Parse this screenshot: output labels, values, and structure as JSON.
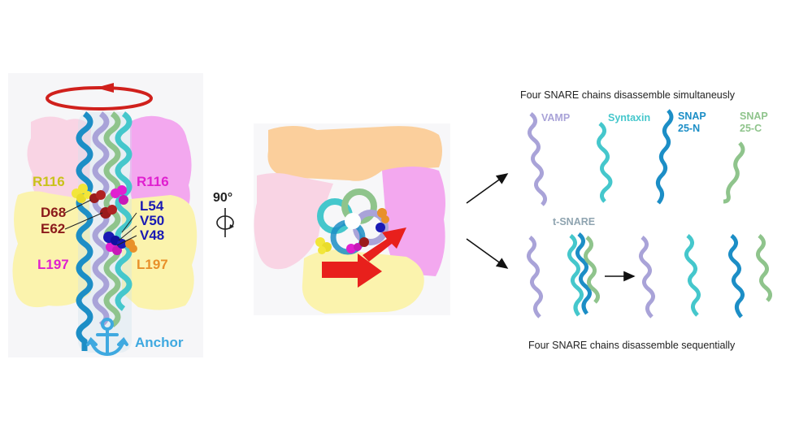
{
  "panel_left": {
    "residue_labels": {
      "r116_left": "R116",
      "r116_right": "R116",
      "d68": "D68",
      "e62": "E62",
      "l54": "L54",
      "v50": "V50",
      "v48": "V48",
      "l197_left": "L197",
      "l197_right": "L197"
    },
    "anchor_label": "Anchor"
  },
  "rotation_label": "90°",
  "panel_right": {
    "top_caption": "Four SNARE chains disassemble simultaneusly",
    "bottom_caption": "Four SNARE chains disassemble sequentially",
    "chains": {
      "vamp": "VAMP",
      "syntaxin": "Syntaxin",
      "snap25n_line1": "SNAP",
      "snap25n_line2": "25-N",
      "snap25c_line1": "SNAP",
      "snap25c_line2": "25-C"
    },
    "t_snare_label": "t-SNARE"
  },
  "colors": {
    "red_accent": "#d0201c",
    "yellow_label": "#c9c21a",
    "dark_red_label": "#8b1a1a",
    "magenta_label": "#e020d0",
    "blue_label": "#1a1ab4",
    "orange_label": "#e8902a",
    "anchor_blue": "#3fa9e0",
    "vamp": "#a9a3d8",
    "syntaxin": "#45c7cc",
    "snap25n": "#1c8ec6",
    "snap25c": "#8fc48c"
  }
}
